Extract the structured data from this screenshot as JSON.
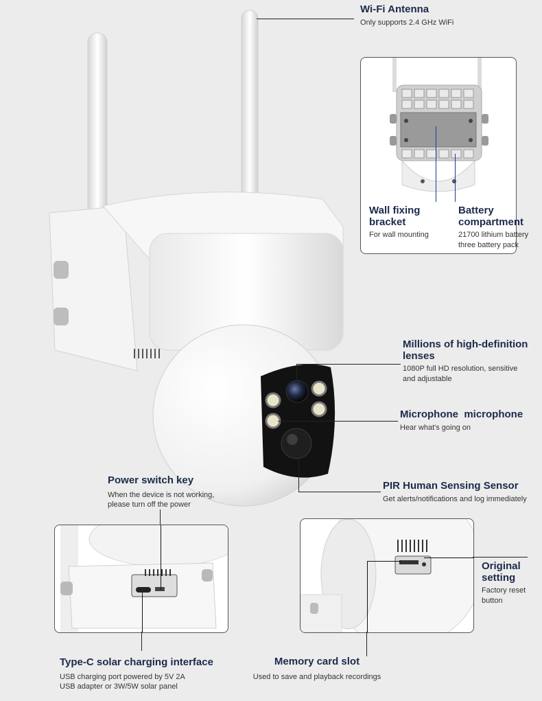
{
  "labels": {
    "wifi": {
      "title": "Wi-Fi Antenna",
      "desc": "Only supports 2.4 GHz WiFi"
    },
    "wall": {
      "title_l1": "Wall fixing",
      "title_l2": "bracket",
      "desc": "For wall mounting"
    },
    "battery": {
      "title_l1": "Battery",
      "title_l2": "compartment",
      "desc_l1": "21700 lithium battery",
      "desc_l2": "three battery pack"
    },
    "lens": {
      "title_l1": "Millions of high-definition",
      "title_l2": "lenses",
      "desc_l1": "1080P full HD resolution, sensitive",
      "desc_l2": "and adjustable"
    },
    "mic": {
      "title": "Microphone  microphone",
      "desc": "Hear what's going on"
    },
    "pir": {
      "title": "PIR Human Sensing Sensor",
      "desc": "Get alerts/notifications and log immediately"
    },
    "power": {
      "title": "Power switch key",
      "desc_l1": "When the device is not working,",
      "desc_l2": "please turn off the power"
    },
    "reset": {
      "title_l1": "Original",
      "title_l2": "setting",
      "desc_l1": "Factory reset",
      "desc_l2": "button"
    },
    "typec": {
      "title": "Type-C solar charging interface",
      "desc_l1": "USB charging port powered by 5V 2A",
      "desc_l2": "USB adapter or 3W/5W solar panel"
    },
    "sd": {
      "title": "Memory card slot",
      "desc": "Used to save and playback recordings"
    }
  },
  "colors": {
    "background": "#ececec",
    "title": "#1b2a4a",
    "body_white": "#ffffff",
    "lens_face": "#111111",
    "led_ring": "#e8e4c8"
  },
  "icons": [
    "camera-illustration",
    "wall-bracket-illustration",
    "type-c-port-illustration",
    "sd-slot-illustration"
  ]
}
